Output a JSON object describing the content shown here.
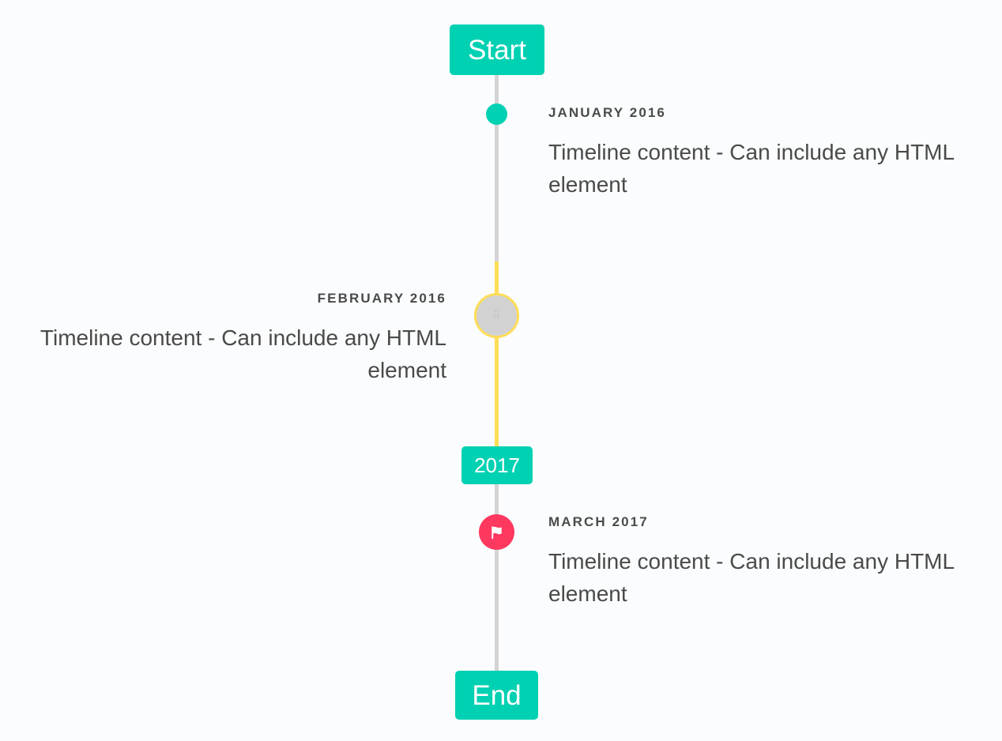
{
  "timeline": {
    "headers": {
      "start": "Start",
      "year_2017": "2017",
      "end": "End"
    },
    "colors": {
      "primary": "#00d1b2",
      "warning": "#ffdd57",
      "danger": "#ff3860",
      "line": "#d4d4d4",
      "text": "#4a4a4a",
      "background": "#fafcfd"
    },
    "items": [
      {
        "id": "january-2016",
        "heading": "January 2016",
        "body": "Timeline content - Can include any HTML element",
        "side": "right",
        "marker": "dot-icon"
      },
      {
        "id": "february-2016",
        "heading": "February 2016",
        "body": "Timeline content - Can include any HTML element",
        "side": "left",
        "marker": "broken-image-icon",
        "marker_glyph": "⠿"
      },
      {
        "id": "march-2017",
        "heading": "March 2017",
        "body": "Timeline content - Can include any HTML element",
        "side": "right",
        "marker": "flag-icon"
      }
    ]
  }
}
